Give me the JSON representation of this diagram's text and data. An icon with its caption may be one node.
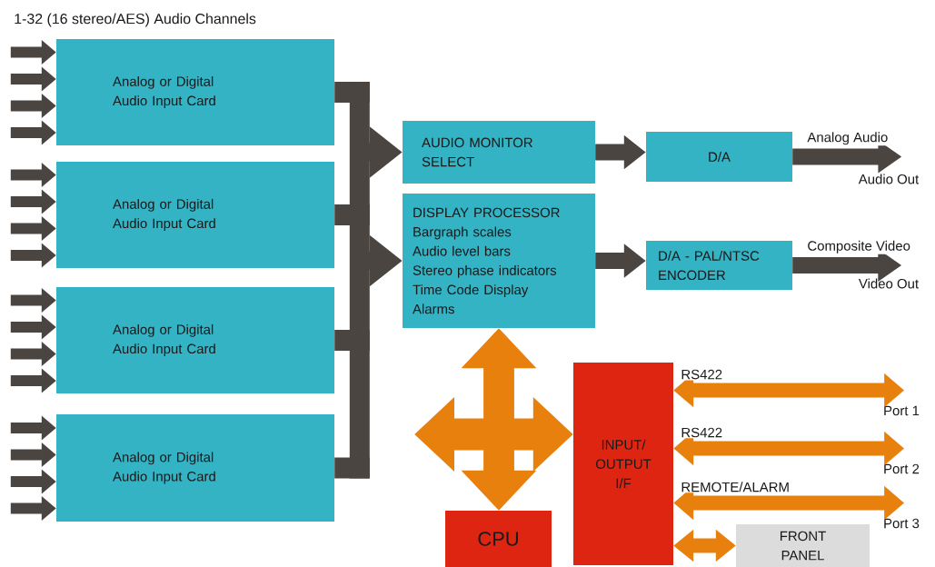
{
  "diagram": {
    "title": "1-32 (16 stereo/AES) Audio Channels",
    "nodes": [
      {
        "text": [
          "Analog or Digital Audio Input Card"
        ]
      },
      {
        "text": [
          "Analog or Digital Audio Input Card"
        ]
      },
      {
        "text": [
          "Analog or Digital Audio Input Card"
        ]
      },
      {
        "text": [
          "Analog or Digital Audio Input Card"
        ]
      },
      {
        "text": [
          "AUDIO MONITOR SELECT"
        ]
      },
      {
        "text": [
          "DISPLAY PROCESSOR",
          "Bargraph scales",
          "Audio level bars",
          "Stereo phase indicators",
          "Time Code Display",
          "Alarms"
        ]
      },
      {
        "text": [
          "D/A"
        ]
      },
      {
        "text": [
          "D/A - PAL/NTSC ENCODER"
        ]
      },
      {
        "text": [
          "CPU"
        ]
      },
      {
        "text": [
          "INPUT/ OUTPUT I/F"
        ]
      },
      {
        "text": [
          "FRONT PANEL"
        ]
      },
      {
        "text": [
          "Audio Out"
        ]
      },
      {
        "text": [
          "Video Out"
        ]
      },
      {
        "text": [
          "Port 1"
        ]
      },
      {
        "text": [
          "Port 2"
        ]
      },
      {
        "text": [
          "Port 3"
        ]
      }
    ],
    "edges": [
      {
        "from": null,
        "to": 0,
        "arrow": "to"
      },
      {
        "from": null,
        "to": 0,
        "arrow": "to"
      },
      {
        "from": null,
        "to": 0,
        "arrow": "to"
      },
      {
        "from": null,
        "to": 0,
        "arrow": "to"
      },
      {
        "from": null,
        "to": 1,
        "arrow": "to"
      },
      {
        "from": null,
        "to": 1,
        "arrow": "to"
      },
      {
        "from": null,
        "to": 1,
        "arrow": "to"
      },
      {
        "from": null,
        "to": 1,
        "arrow": "to"
      },
      {
        "from": null,
        "to": 2,
        "arrow": "to"
      },
      {
        "from": null,
        "to": 2,
        "arrow": "to"
      },
      {
        "from": null,
        "to": 2,
        "arrow": "to"
      },
      {
        "from": null,
        "to": 2,
        "arrow": "to"
      },
      {
        "from": null,
        "to": 3,
        "arrow": "to"
      },
      {
        "from": null,
        "to": 3,
        "arrow": "to"
      },
      {
        "from": null,
        "to": 3,
        "arrow": "to"
      },
      {
        "from": null,
        "to": 3,
        "arrow": "to"
      },
      {
        "from": 0,
        "to": 4,
        "arrow": "to"
      },
      {
        "from": 1,
        "to": 4,
        "arrow": "to"
      },
      {
        "from": 2,
        "to": 4,
        "arrow": "to"
      },
      {
        "from": 3,
        "to": 4,
        "arrow": "to"
      },
      {
        "from": 0,
        "to": 5,
        "arrow": "to"
      },
      {
        "from": 1,
        "to": 5,
        "arrow": "to"
      },
      {
        "from": 2,
        "to": 5,
        "arrow": "to"
      },
      {
        "from": 3,
        "to": 5,
        "arrow": "to"
      },
      {
        "from": 4,
        "to": 6,
        "arrow": "to"
      },
      {
        "from": 5,
        "to": 7,
        "arrow": "to"
      },
      {
        "from": 6,
        "to": 11,
        "arrow": "to",
        "label": "Analog Audio"
      },
      {
        "from": 7,
        "to": 12,
        "arrow": "to",
        "label": "Composite Video"
      },
      {
        "from": 5,
        "to": 8,
        "arrow": "both",
        "style": "thick",
        "color": "#e8800e"
      },
      {
        "from": null,
        "to": 9,
        "arrow": "both",
        "style": "thick",
        "color": "#e8800e"
      },
      {
        "from": 9,
        "to": 13,
        "arrow": "both",
        "label": "RS422",
        "color": "#e8800e"
      },
      {
        "from": 9,
        "to": 14,
        "arrow": "both",
        "label": "RS422",
        "color": "#e8800e"
      },
      {
        "from": 9,
        "to": 15,
        "arrow": "both",
        "label": "REMOTE/ALARM",
        "color": "#e8800e"
      },
      {
        "from": 9,
        "to": 10,
        "arrow": "both",
        "color": "#e8800e"
      }
    ]
  }
}
